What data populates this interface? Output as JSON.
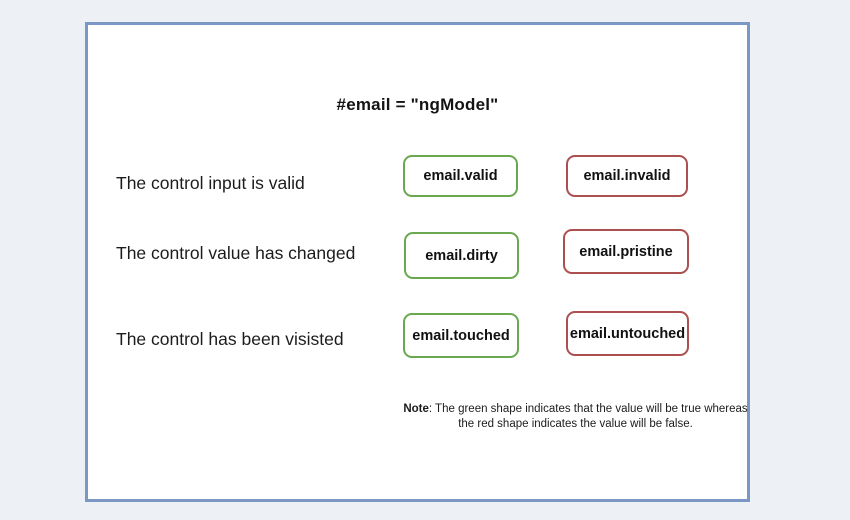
{
  "title": "#email = \"ngModel\"",
  "rows": [
    {
      "label": "The control input is valid",
      "true_state": "email.valid",
      "false_state": "email.invalid"
    },
    {
      "label": "The control value has changed",
      "true_state": "email.dirty",
      "false_state": "email.pristine"
    },
    {
      "label": "The control has been visisted",
      "true_state": "email.touched",
      "false_state": "email.untouched"
    }
  ],
  "note": {
    "label": "Note",
    "body": ": The green shape indicates that the value will be true whereas the red shape indicates the value will be false."
  },
  "colors": {
    "true_border": "#6aa84f",
    "false_border": "#ad4f4f",
    "frame_border": "#7b97c4",
    "page_background": "#edf0f4"
  }
}
